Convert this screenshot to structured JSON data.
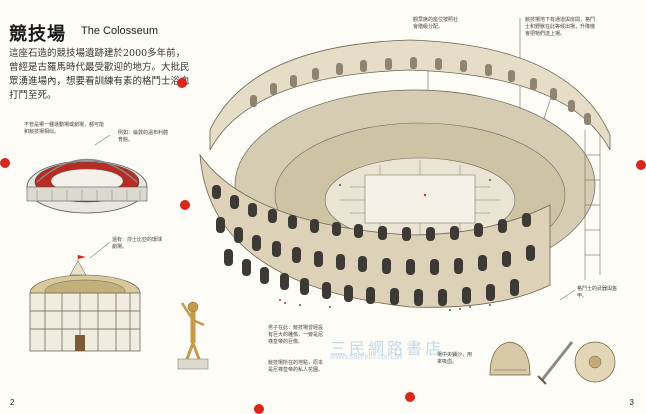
{
  "page": {
    "title_zh": "競技場",
    "title_en": "The Colosseum",
    "intro_text": "這座石造的競技場遺跡建於2000多年前，曾經是古羅馬時代最受歡迎的地方。大批民眾湧進場內，想要看訓練有素的格鬥士浴血打鬥至死。",
    "page_left": "2",
    "page_right": "3"
  },
  "notes": {
    "modern_stadium_intro": "不管是哪一種運動場或劇場，都可能和競技場相似。",
    "modern_stadium": "例如：倫敦的溫布利體育館。",
    "globe_theatre": "還有：莎士比亞的環球劇場。",
    "seating": "觀眾席的座位按照社會階級分配。",
    "hypogeum": "競技場地下有通道與房間，格鬥士和野獸在此等候出場，升降機會把牠們送上場。",
    "statue_text": "男子在此：競技場曾經設有巨大的雕像，一旁是尼祿皇帝的巨像。",
    "statue_text2": "競技場所在的地點，原本是尼祿皇帝的私人花園。",
    "arena_floor": "場中央鋪沙，用來吸血。",
    "gladiator_items": "格鬥士的武器與盔甲。"
  },
  "watermark": {
    "text": "三民網路書店",
    "url": "www.sanmin.com.tw"
  },
  "colors": {
    "accent_red": "#d8261c",
    "stone": "#d9cfb8",
    "stone_dark": "#9a8f78",
    "arch": "#3d3a36"
  }
}
